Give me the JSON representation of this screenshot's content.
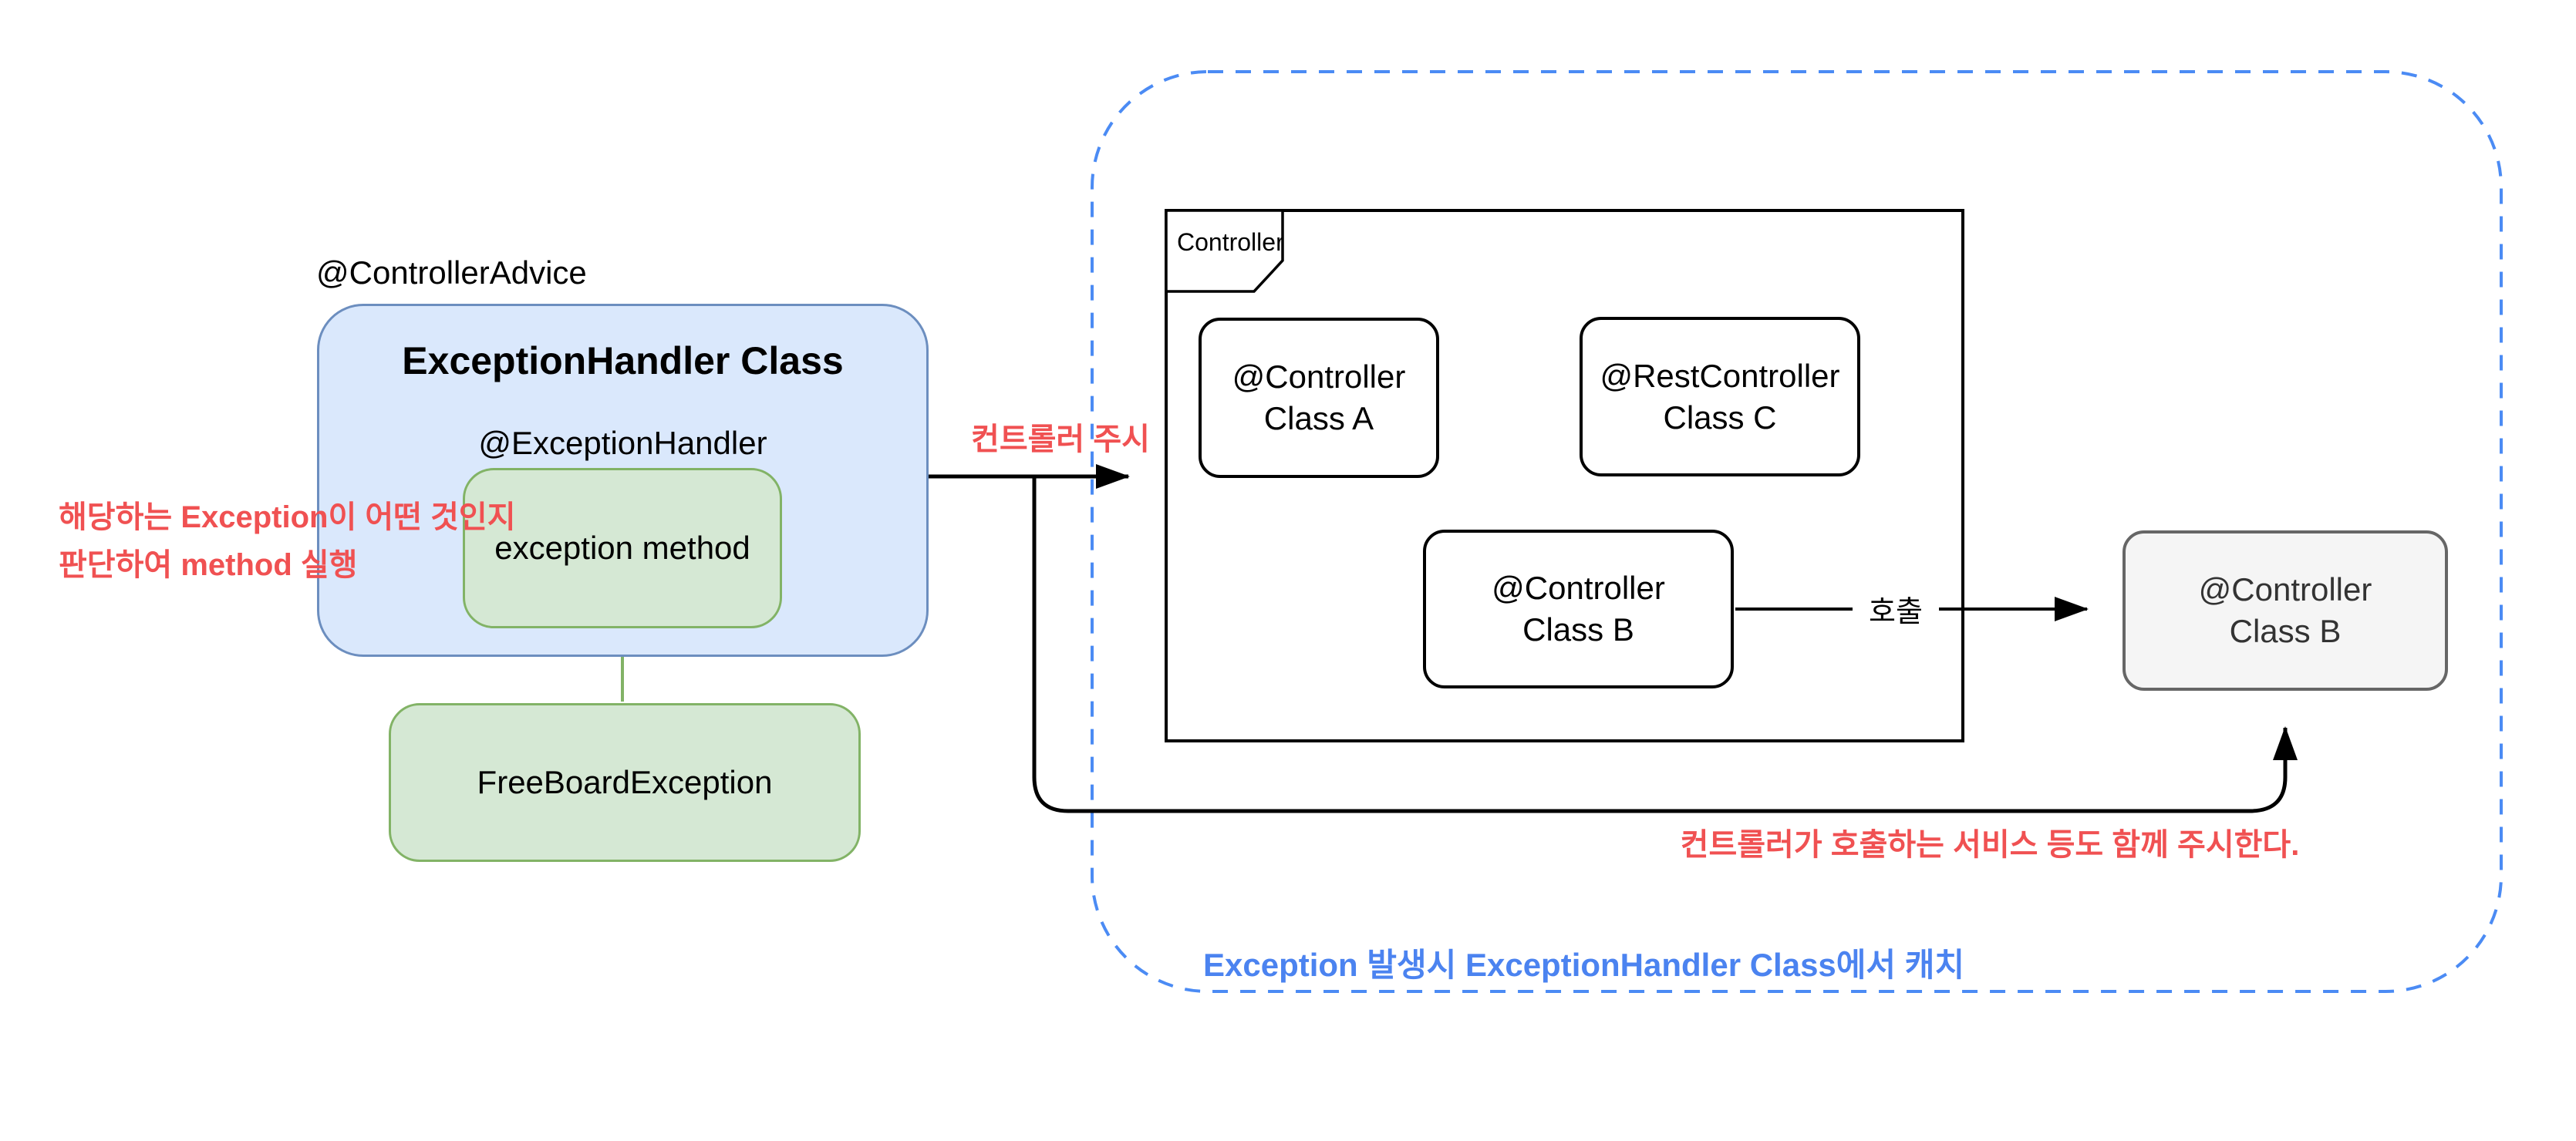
{
  "colors": {
    "blue_fill": "#dae8fc",
    "blue_stroke": "#6c8ebf",
    "green_fill": "#d5e8d4",
    "green_stroke": "#82b366",
    "gray_fill": "#f5f5f5",
    "gray_stroke": "#666666",
    "gray_text": "#333333",
    "red_text": "#f05152",
    "blue_note": "#4b83f0",
    "dashed_border": "#4b8bf4",
    "line_black": "#000000"
  },
  "left": {
    "advice_label": "@ControllerAdvice",
    "box_title": "ExceptionHandler Class",
    "handler_label": "@ExceptionHandler",
    "method_label": "exception method",
    "freeboard_label": "FreeBoardException",
    "note_line1": "해당하는 Exception이 어떤 것인지",
    "note_line2": "판단하여 method 실행"
  },
  "middle": {
    "watch_label": "컨트롤러 주시"
  },
  "controller_frame": {
    "label": "Controller",
    "class_a_line1": "@Controller",
    "class_a_line2": "Class A",
    "class_c_line1": "@RestController",
    "class_c_line2": "Class C",
    "class_b_line1": "@Controller",
    "class_b_line2": "Class B"
  },
  "right": {
    "call_label": "호출",
    "external_b_line1": "@Controller",
    "external_b_line2": "Class B",
    "service_note": "컨트롤러가 호출하는 서비스 등도 함께 주시한다.",
    "catch_note": "Exception 발생시 ExceptionHandler Class에서 캐치"
  }
}
